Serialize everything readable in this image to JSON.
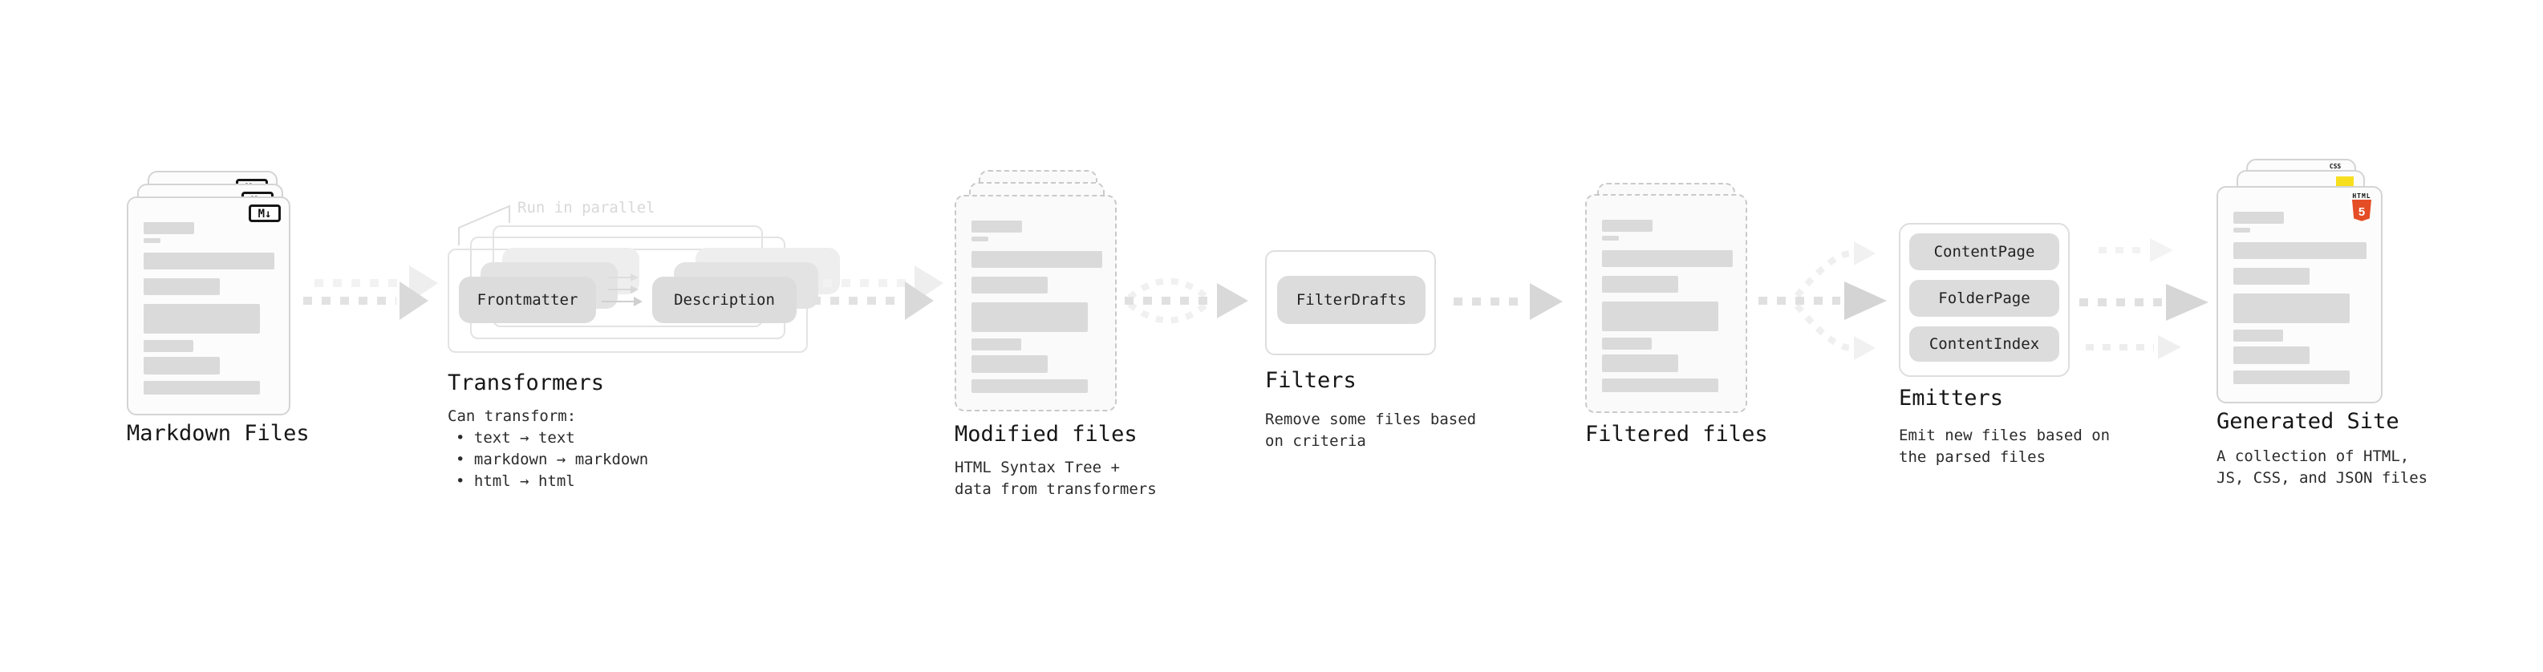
{
  "stations": {
    "markdown": {
      "title": "Markdown Files"
    },
    "transformers": {
      "title": "Transformers",
      "parallel_note": "Run in parallel",
      "node_a": "Frontmatter",
      "node_b": "Description",
      "body_heading": "Can transform:",
      "bullets": [
        "• text → text",
        "• markdown → markdown",
        "• html → html"
      ]
    },
    "modified_files": {
      "title": "Modified files",
      "subtitle": [
        "HTML Syntax Tree +",
        "data from transformers"
      ]
    },
    "filters": {
      "title": "Filters",
      "filter_name": "FilterDrafts",
      "subtitle": [
        "Remove some files based",
        "on criteria"
      ]
    },
    "filtered_files": {
      "title": "Filtered files"
    },
    "emitters": {
      "title": "Emitters",
      "emitter_names": [
        "ContentPage",
        "FolderPage",
        "ContentIndex"
      ],
      "subtitle": [
        "Emit new files based on",
        "the parsed files"
      ]
    },
    "generated_site": {
      "title": "Generated Site",
      "subtitle": [
        "A collection of HTML,",
        "JS, CSS, and JSON files"
      ]
    }
  },
  "icons": {
    "markdown_badge": "M↓",
    "html5_label": "HTML",
    "html5_numeral": "5",
    "css_label": "CSS"
  },
  "colors": {
    "html5_orange": "#e44d26",
    "js_yellow": "#f7df1e",
    "css_blue": "#2965f1"
  }
}
